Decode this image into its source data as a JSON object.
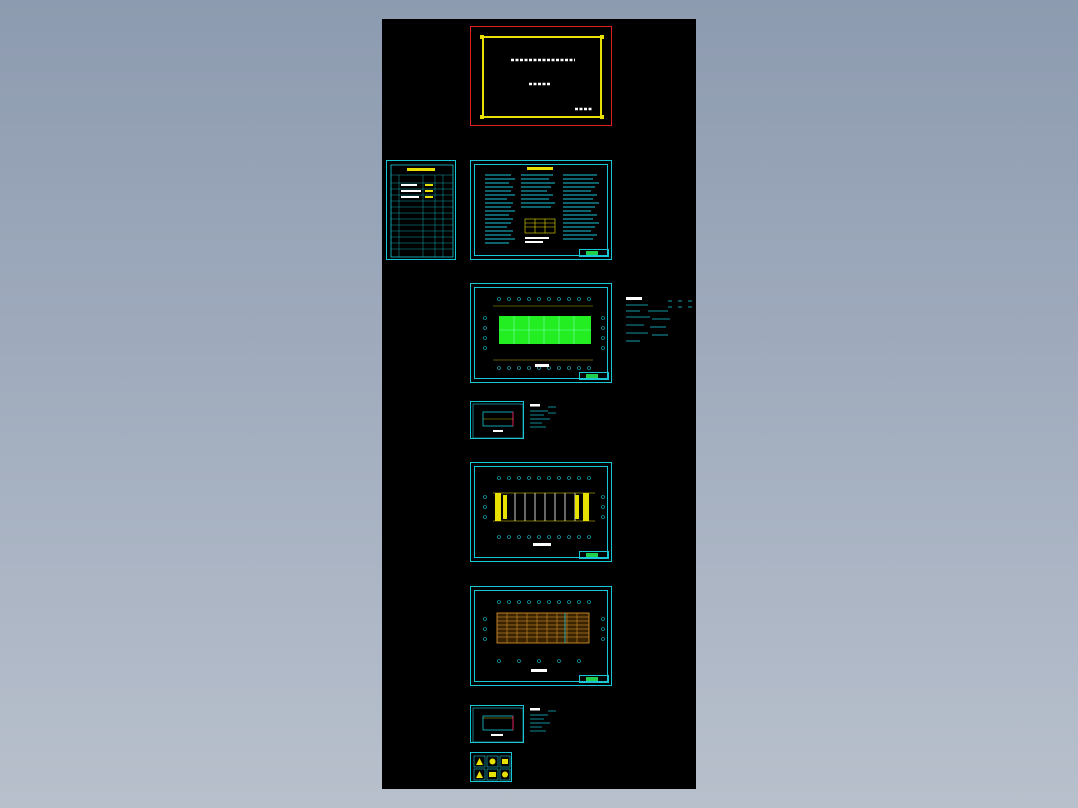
{
  "window": {
    "background_top": "#8d9bb0",
    "background_bottom": "#b8c0cc"
  },
  "cover": {
    "company": "",
    "subtitle": "",
    "date": ""
  },
  "sheets": [
    {
      "name": "cover-sheet",
      "content": "cover"
    },
    {
      "name": "drawing-index-sheet",
      "content": "table"
    },
    {
      "name": "design-notes-sheet",
      "content": "notes"
    },
    {
      "name": "floor-plan-sheet",
      "content": "plan-green"
    },
    {
      "name": "elevation-detail-sheet",
      "content": "small"
    },
    {
      "name": "framing-plan-sheet",
      "content": "plan-columns"
    },
    {
      "name": "roof-plan-sheet",
      "content": "plan-orange"
    },
    {
      "name": "section-detail-sheet",
      "content": "small"
    },
    {
      "name": "legend-sheet",
      "content": "legend"
    }
  ],
  "colors": {
    "model_space": "#000000",
    "frame": "#19c6d6",
    "cover_frame": "#e8e000",
    "cover_border": "#e02020",
    "green_fill": "#22ee22",
    "orange_fill": "#e89a30",
    "title_block": "#21d04c"
  }
}
